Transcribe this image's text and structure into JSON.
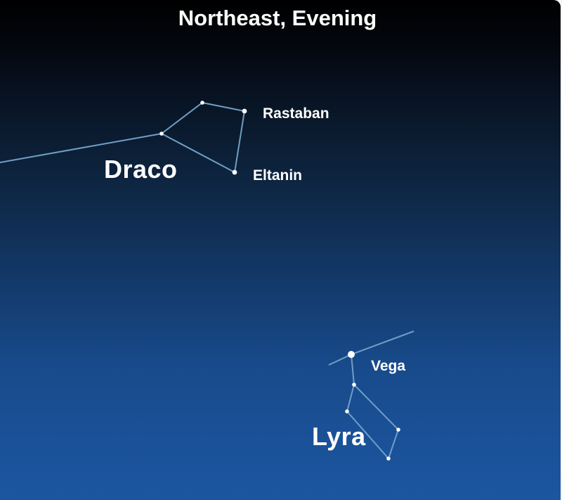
{
  "title": "Northeast, Evening",
  "constellations": [
    {
      "name": "Draco",
      "stars": [
        {
          "name": "Rastaban"
        },
        {
          "name": "Eltanin"
        }
      ]
    },
    {
      "name": "Lyra",
      "stars": [
        {
          "name": "Vega"
        }
      ]
    }
  ],
  "colors": {
    "sky_top": "#000000",
    "sky_bottom": "#1c56a1",
    "constellation_lines": "#6f9fc4",
    "stars": "#ffffff",
    "text": "#ffffff"
  }
}
